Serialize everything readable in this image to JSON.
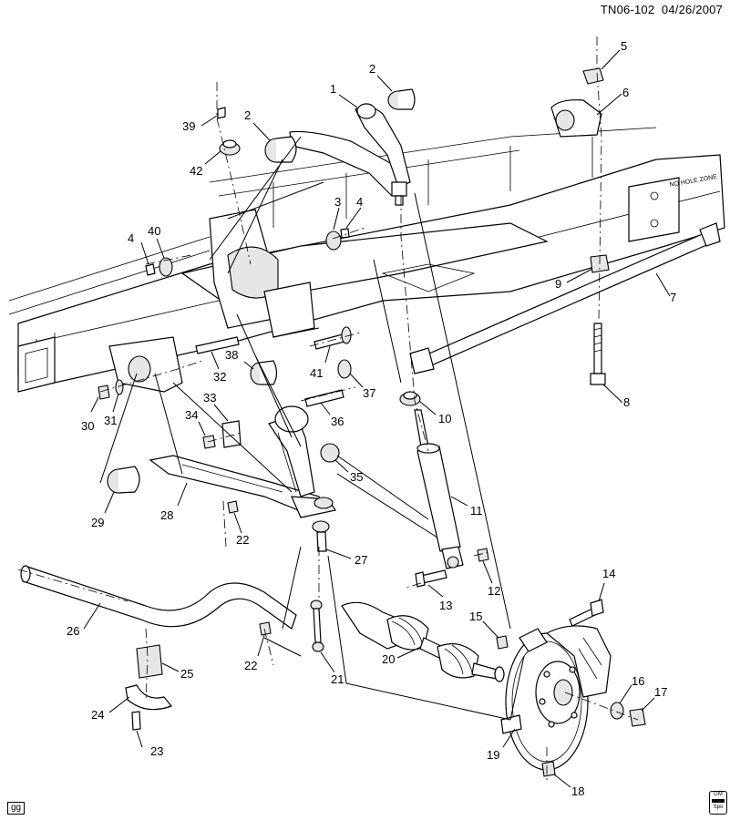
{
  "header": {
    "diagram_id": "TN06-102",
    "date": "04/26/2007"
  },
  "footer": {
    "tag": "gg",
    "badge_top": "GM",
    "badge_bottom": "Spo"
  },
  "frame_text": "NO HOLE ZONE",
  "callouts": [
    "1",
    "2",
    "2",
    "3",
    "4",
    "4",
    "5",
    "6",
    "7",
    "8",
    "9",
    "10",
    "11",
    "12",
    "13",
    "14",
    "15",
    "16",
    "17",
    "18",
    "19",
    "20",
    "21",
    "22",
    "22",
    "23",
    "24",
    "25",
    "26",
    "27",
    "28",
    "29",
    "30",
    "31",
    "32",
    "33",
    "34",
    "35",
    "36",
    "37",
    "38",
    "39",
    "40",
    "41",
    "42"
  ]
}
